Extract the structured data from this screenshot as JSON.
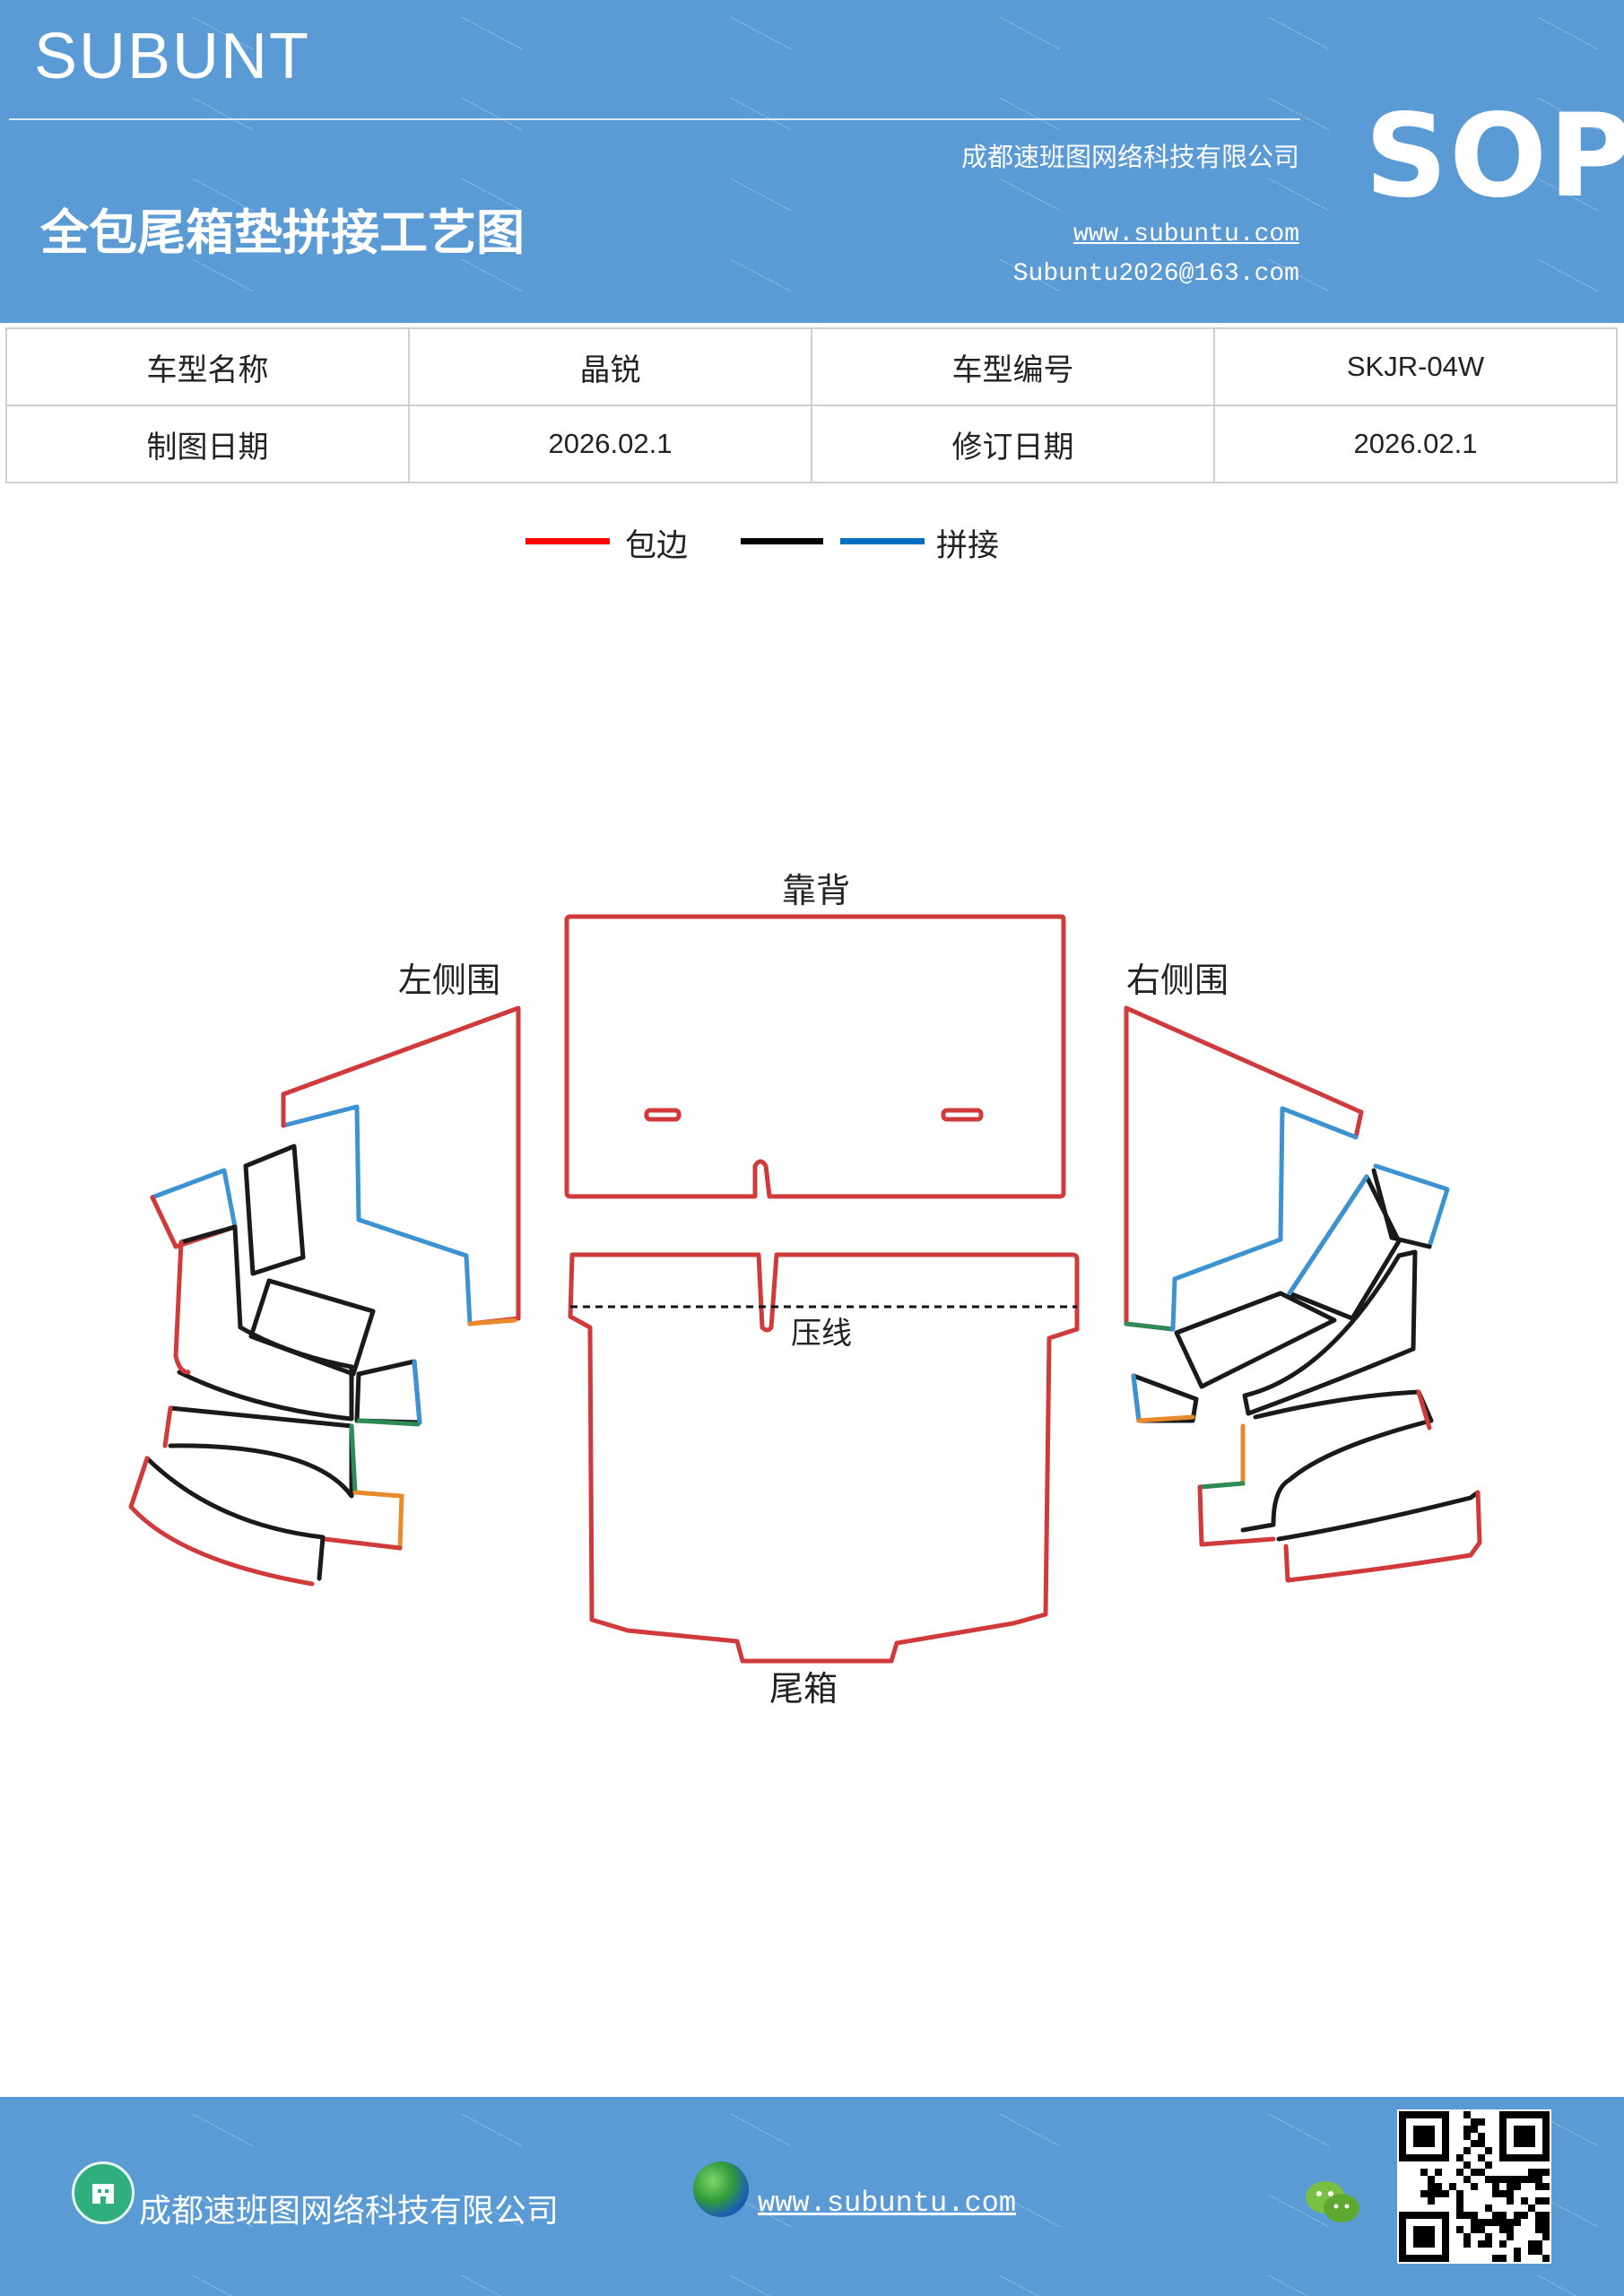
{
  "header": {
    "brand": "SUBUNT",
    "title": "全包尾箱垫拼接工艺图",
    "company": "成都速班图网络科技有限公司",
    "website": "www.subuntu.com",
    "email": "Subuntu2026@163.com",
    "badge": "SOP"
  },
  "info_table": {
    "rows": [
      [
        "车型名称",
        "晶锐",
        "车型编号",
        "SKJR-04W"
      ],
      [
        "制图日期",
        "2026.02.1",
        "修订日期",
        "2026.02.1"
      ]
    ]
  },
  "legend": {
    "items": [
      {
        "label": "包边",
        "colors": [
          "#ff0000"
        ]
      },
      {
        "label": "拼接",
        "colors": [
          "#000000",
          "#0070c0"
        ]
      }
    ]
  },
  "diagram": {
    "labels": {
      "backrest": "靠背",
      "left_side": "左侧围",
      "right_side": "右侧围",
      "press_line": "压线",
      "trunk": "尾箱"
    },
    "edge_colors": {
      "edge_binding": "#d03a3a",
      "splice_black": "#1a1a1a",
      "splice_blue": "#3d93d1",
      "splice_green": "#2e8b57",
      "splice_orange": "#e8892b"
    }
  },
  "footer": {
    "company": "成都速班图网络科技有限公司",
    "website": "www.subuntu.com ",
    "icons": [
      "building-icon",
      "globe-icon",
      "wechat-icon",
      "qr-code"
    ]
  },
  "colors": {
    "header_bg": "#5b9bd5",
    "footer_bg": "#5b9bd5"
  }
}
